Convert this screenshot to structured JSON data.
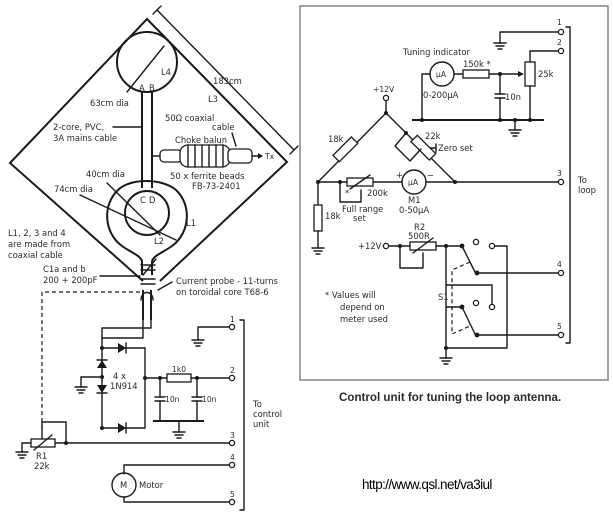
{
  "loop_antenna": {
    "dimension_183cm": "183cm",
    "L3": "L3",
    "L4": "L4",
    "A": "A",
    "B": "B",
    "L4_dia": "63cm dia",
    "mains_cable": [
      "2-core, PVC,",
      "3A mains cable"
    ],
    "coax": [
      "50Ω coaxial",
      "cable"
    ],
    "choke_balun": "Choke balun",
    "tx": "Tx",
    "ferrite": [
      "50 x ferrite beads",
      "FB-73-2401"
    ],
    "L2_dia": "40cm dia",
    "L1_dia": "74cm dia",
    "C": "C",
    "D": "D",
    "L1": "L1",
    "L2": "L2",
    "coax_note": [
      "L1, 2, 3 and 4",
      "are made from",
      "coaxial cable"
    ],
    "capacitor": [
      "C1a and b",
      "200 + 200pF"
    ],
    "current_probe": [
      "Current probe - 11-turns",
      "on toroidal core T68-6"
    ]
  },
  "detector": {
    "diodes": [
      "4 x",
      "1N914"
    ],
    "resistor": "1k0",
    "cap1": "10n",
    "cap2": "10n",
    "r1": [
      "R1",
      "22k"
    ],
    "motor_symbol": "M",
    "motor": "Motor",
    "terminals": [
      "1",
      "2",
      "3",
      "4",
      "5"
    ],
    "to_control_unit": [
      "To",
      "control",
      "unit"
    ]
  },
  "control_unit": {
    "tuning_indicator": "Tuning indicator",
    "meter_symbol": "μA",
    "meter_range": "0-200μA",
    "r150k": "150k *",
    "r25k": "25k",
    "cap10n": "10n",
    "plus12v_top": "+12V",
    "r18k_a": "18k",
    "r22k": "22k",
    "zero_set": "Zero set",
    "r200k": "200k",
    "star": "*",
    "full_range": [
      "Full range",
      "set"
    ],
    "r18k_b": "18k",
    "m1": "M1",
    "m1_range": "0-50μA",
    "m1_symbol": "μA",
    "plus": "+",
    "minus": "−",
    "r2": [
      "R2",
      "500R"
    ],
    "plus12v_mid": "+12V",
    "s1": "S1",
    "values_note": [
      "*  Values will",
      "depend on",
      "meter used"
    ],
    "terminals": [
      "1",
      "2",
      "3",
      "4",
      "5"
    ],
    "to_loop": [
      "To",
      "loop"
    ]
  },
  "caption": "Control unit for tuning the loop antenna.",
  "url": "http://www.qsl.net/va3iul"
}
